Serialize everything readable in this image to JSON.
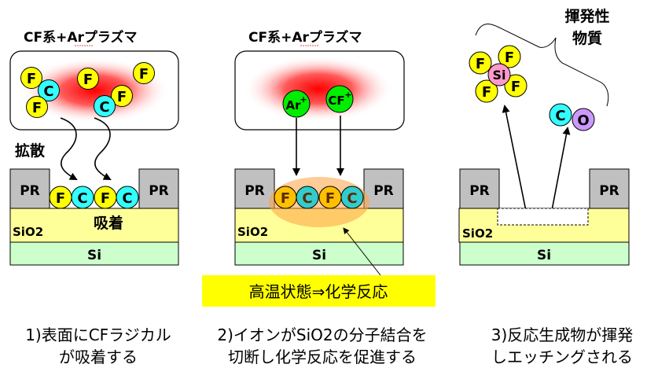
{
  "panels": [
    {
      "id": "step1",
      "plasma_title": "CF系+Arプラズマ",
      "plasma_particles": [
        {
          "label": "F",
          "type": "F"
        },
        {
          "label": "C",
          "type": "C"
        },
        {
          "label": "F",
          "type": "F"
        },
        {
          "label": "F",
          "type": "F"
        },
        {
          "label": "C",
          "type": "C"
        },
        {
          "label": "F",
          "type": "F"
        },
        {
          "label": "F",
          "type": "F"
        }
      ],
      "diffusion_label": "拡散",
      "adsorbed_particles": [
        "F",
        "C",
        "F",
        "C"
      ],
      "adsorption_label": "吸着",
      "layers": {
        "pr_left": "PR",
        "pr_right": "PR",
        "sio2": "SiO2",
        "si": "Si"
      },
      "caption": [
        "1)表面にCFラジカル",
        "が吸着する"
      ]
    },
    {
      "id": "step2",
      "plasma_title": "CF系+Arプラズマ",
      "ions": [
        {
          "label": "Ar",
          "charge": "+"
        },
        {
          "label": "CF",
          "charge": "+"
        }
      ],
      "adsorbed_particles": [
        "F",
        "C",
        "F",
        "C"
      ],
      "callout": "高温状態⇒化学反応",
      "layers": {
        "pr_left": "PR",
        "pr_right": "PR",
        "sio2": "SiO2",
        "si": "Si"
      },
      "caption": [
        "2)イオンがSiO2の分子結合を",
        "切断し化学反応を促進する"
      ]
    },
    {
      "id": "step3",
      "volatile_label": [
        "揮発性",
        "物質"
      ],
      "products": {
        "sif4": {
          "center": "Si",
          "ligands": [
            "F",
            "F",
            "F",
            "F"
          ]
        },
        "co": [
          "C",
          "O"
        ]
      },
      "layers": {
        "pr_left": "PR",
        "pr_right": "PR",
        "sio2": "SiO2",
        "si": "Si"
      },
      "caption": [
        "3)反応生成物が揮発",
        "しエッチングされる"
      ]
    }
  ],
  "colors": {
    "F": "#ffff00",
    "C": "#33ffff",
    "F_hot": "#ffc000",
    "C_hot": "#33cccc",
    "Si_atom": "#ff99cc",
    "O_atom": "#cc99ff",
    "ion": "#00ee00",
    "plasma": "#ff0000",
    "pr": "#c0c0c0",
    "sio2": "#ffff99",
    "si": "#ccffcc",
    "callout_bg": "#ffff00",
    "heat_zone": "#ffa040"
  }
}
